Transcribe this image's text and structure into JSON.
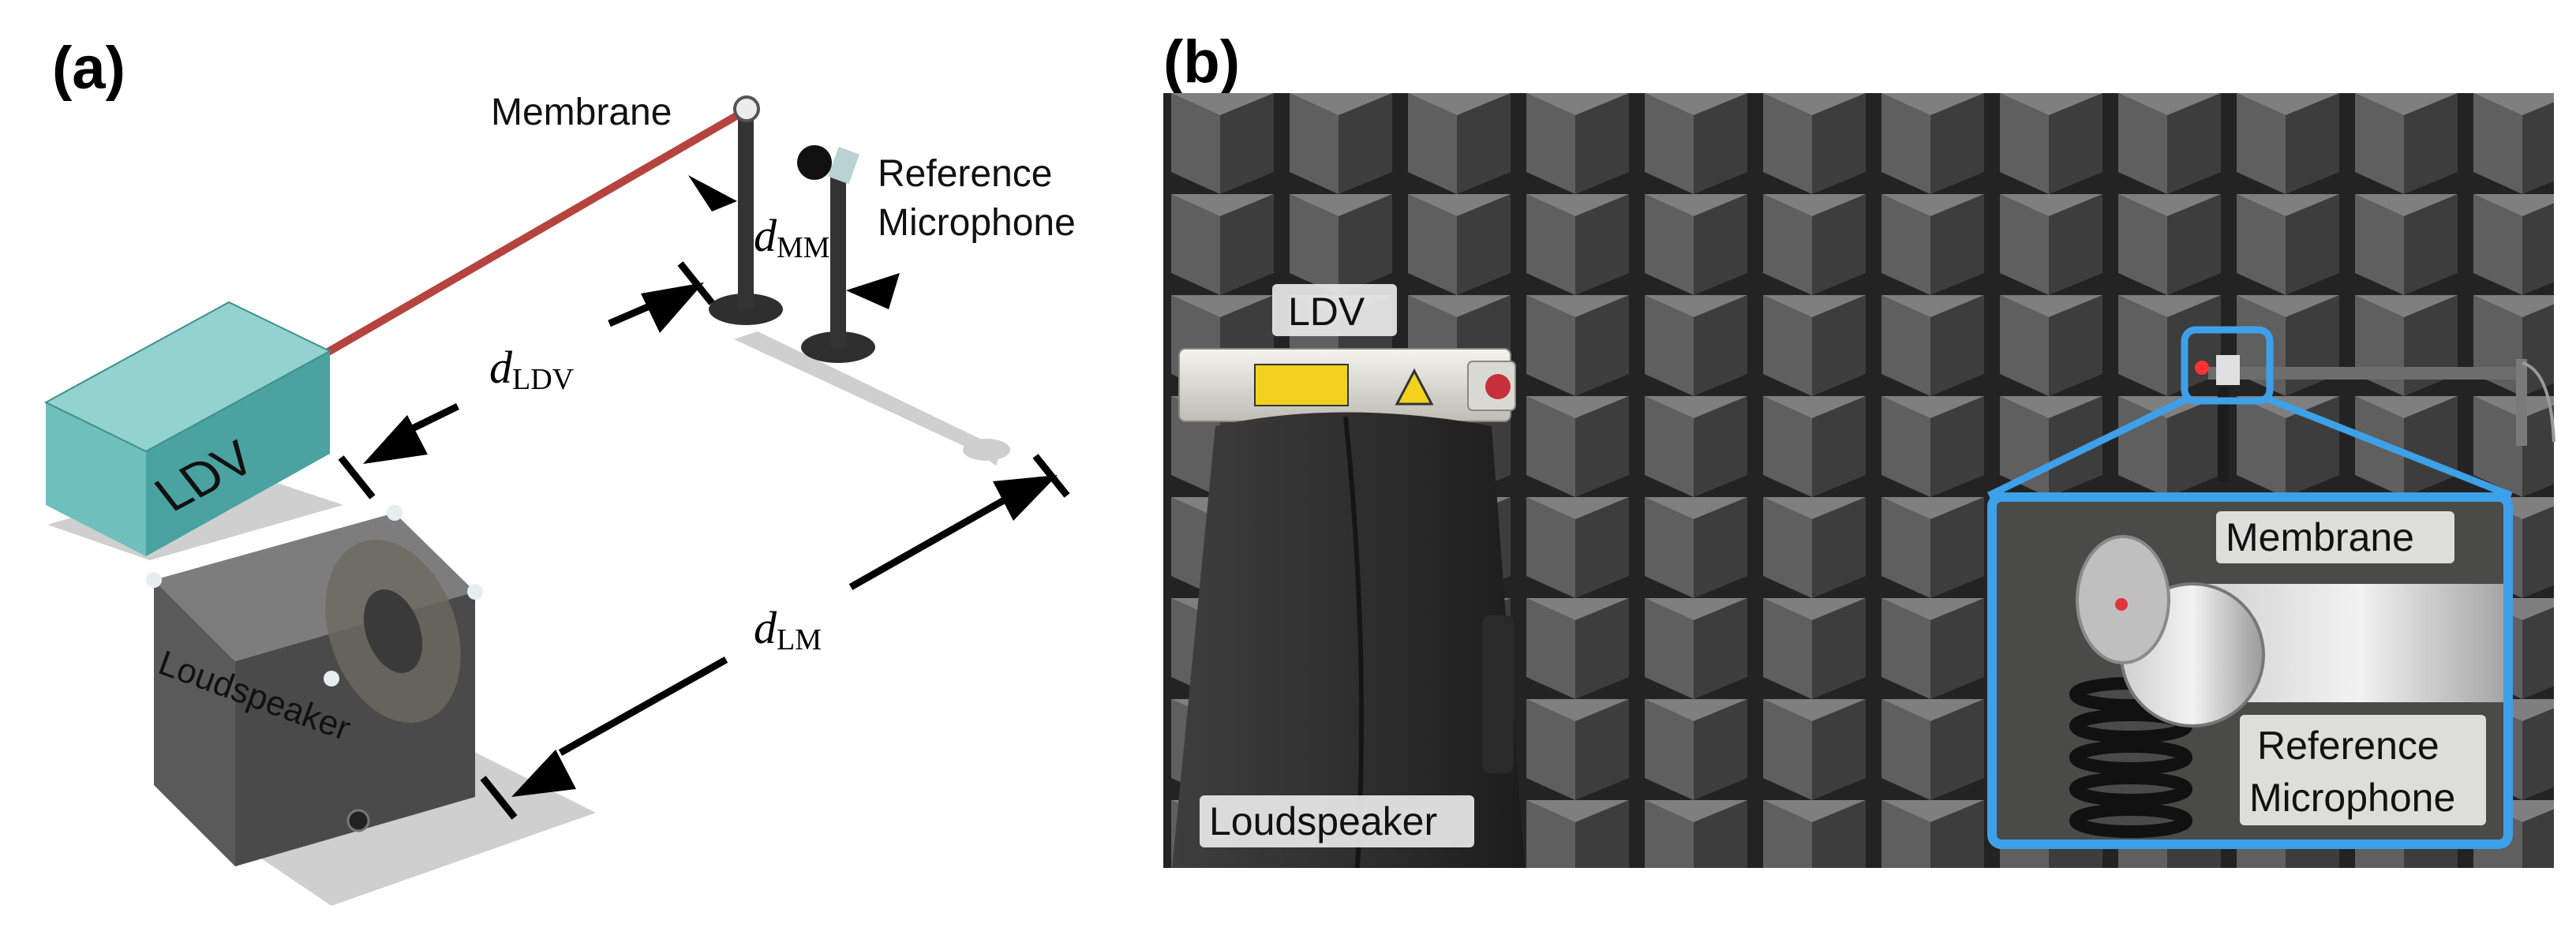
{
  "panel_a": {
    "letter": "(a)",
    "labels": {
      "membrane": "Membrane",
      "reference_line1": "Reference",
      "reference_line2": "Microphone",
      "ldv": "LDV",
      "loudspeaker": "Loudspeaker"
    },
    "dimensions": {
      "mm": {
        "symbol": "d",
        "subscript": "MM"
      },
      "ldv": {
        "symbol": "d",
        "subscript": "LDV"
      },
      "lm": {
        "symbol": "d",
        "subscript": "LM"
      }
    }
  },
  "panel_b": {
    "letter": "(b)",
    "tags": {
      "ldv": "LDV",
      "loudspeaker": "Loudspeaker",
      "membrane": "Membrane",
      "reference_line1": "Reference",
      "reference_line2": "Microphone"
    }
  },
  "colors": {
    "ldv_box": "#5fb8b4",
    "laser": "#b5443f",
    "highlight": "#3ea0e8",
    "anechoic_foam": "#4b4b4b"
  }
}
